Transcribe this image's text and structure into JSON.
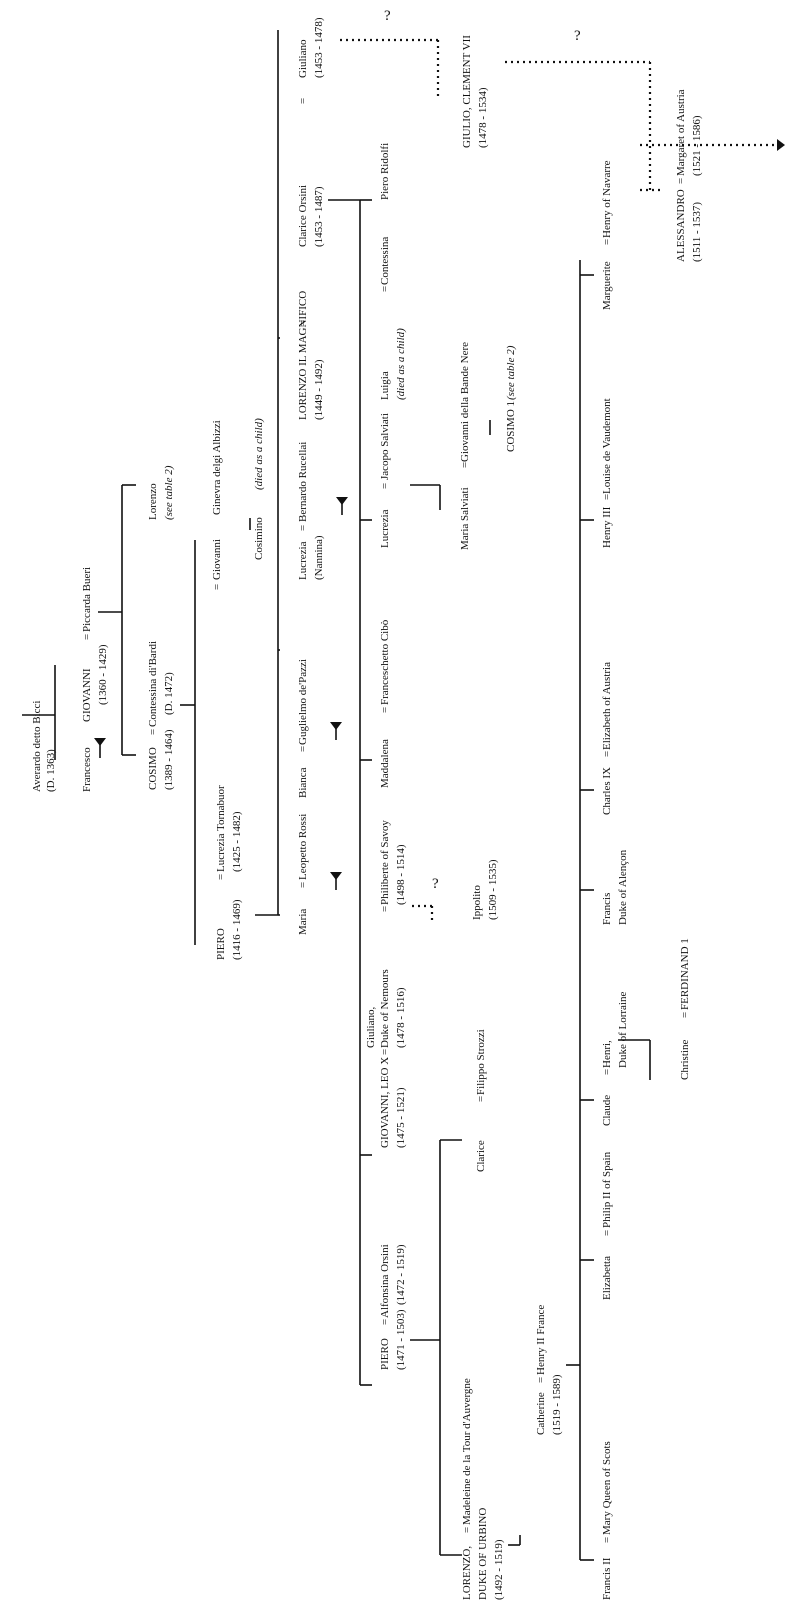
{
  "people": {
    "averardo": "Averardo detto Bicci",
    "averardo_dates": "(D. 1363)",
    "francesco": "Francesco",
    "giovanni_bicci": "GIOVANNI",
    "giovanni_bicci_spouse": "Piccarda Bueri",
    "giovanni_bicci_dates": "(1360 - 1429)",
    "lorenzo_elder": "Lorenzo",
    "lorenzo_elder_note": "(see table 2)",
    "cosimo": "COSIMO",
    "cosimo_spouse": "Contessina di'Bardi",
    "cosimo_dates": "(1389 - 1464)",
    "cosimo_spouse_dates": "(D. 1472)",
    "giovanni_son": "Giovanni",
    "giovanni_son_spouse": "Ginevra delgi Albizzi",
    "cosimino": "Cosimino",
    "cosimino_note": "(died as a child)",
    "piero_gouty": "PIERO",
    "piero_gouty_dates": "(1416 - 1469)",
    "lucrezia_t": "Lucrezia Tornabuor",
    "lucrezia_t_dates": "(1425 - 1482)",
    "giuliano": "Giuliano",
    "giuliano_dates": "(1453 - 1478)",
    "lorenzo_magnifico": "LORENZO IL MAGNIFICO",
    "lorenzo_magnifico_dates": "(1449 - 1492)",
    "clarice_orsini": "Clarice Orsini",
    "clarice_orsini_dates": "(1453 - 1487)",
    "lucrezia_nannina": "Lucrezia",
    "nannina": "(Nannina)",
    "bernardo": "Bernardo Rucellai",
    "maria": "Maria",
    "leopetto": "Leopetto Rossi",
    "bianca": "Bianca",
    "guglielmo": "Guglielmo de'Pazzi",
    "giulio": "GIULIO, CLEMENT VII",
    "giulio_dates": "(1478 - 1534)",
    "alessandro": "ALESSANDRO",
    "alessandro_dates": "(1511 - 1537)",
    "margaret": "Margaret of Austria",
    "margaret_dates": "(1521 - 1586)",
    "contessina": "Contessina",
    "piero_ridolfi": "Piero Ridolfi",
    "luigia": "Luigia",
    "luigia_note": "(died as a child)",
    "lucrezia_s": "Lucrezia",
    "jacopo": "Jacopo Salviati",
    "maria_salviati": "Maria Salviati",
    "giovanni_bande": "Giovanni della Bande Nere",
    "cosimo_i": "COSIMO 1",
    "cosimo_i_note": "(see table 2)",
    "maddalena": "Maddalena",
    "franceschetto": "Franceschetto Cibò",
    "philiberte": "Philiberte of Savoy",
    "philiberte_dates": "(1498 - 1514)",
    "giuliano_nemours_1": "Giuliano,",
    "giuliano_nemours_2": "Duke of Nemours",
    "giuliano_nemours_dates": "(1478 - 1516)",
    "ippolito": "Ippolito",
    "ippolito_dates": "(1509 - 1535)",
    "giovanni_leo": "GIOVANNI, LEO X",
    "giovanni_leo_dates": "(1475 - 1521)",
    "piero_unfortunate": "PIERO",
    "piero_unfortunate_dates": "(1471 - 1503)",
    "alfonsina": "Alfonsina Orsini",
    "alfonsina_dates": "(1472 - 1519)",
    "clarice_younger": "Clarice",
    "filippo": "Filippo Strozzi",
    "lorenzo_urbino_1": "LORENZO,",
    "lorenzo_urbino_2": "DUKE OF URBINO",
    "lorenzo_urbino_dates": "(1492 - 1519)",
    "madeleine": "Madeleine de la Tour d'Auvergne",
    "catherine": "Catherine",
    "catherine_dates": "(1519 - 1589)",
    "henry_ii": "Henry II France",
    "francis_ii": "Francis II",
    "mary_scots": "Mary Queen of Scots",
    "elizabetta": "Elizabetta",
    "philip_ii": "Philip II of Spain",
    "claude": "Claude",
    "henri_lorraine_1": "Henri,",
    "henri_lorraine_2": "Duke of Lorraine",
    "christine": "Christine",
    "ferdinand": "FERDINAND 1",
    "francis_alencon_1": "Francis",
    "francis_alencon_2": "Duke of Alençon",
    "charles_ix": "Charles IX",
    "elizabeth_austria": "Elizabeth of Austria",
    "henry_iii": "Henry III",
    "louise": "Louise de Vaudemont",
    "marguerite": "Marguerite",
    "henry_navarre": "Henry of Navarre"
  },
  "marks": {
    "marriage": "=",
    "uncertain": "?"
  }
}
